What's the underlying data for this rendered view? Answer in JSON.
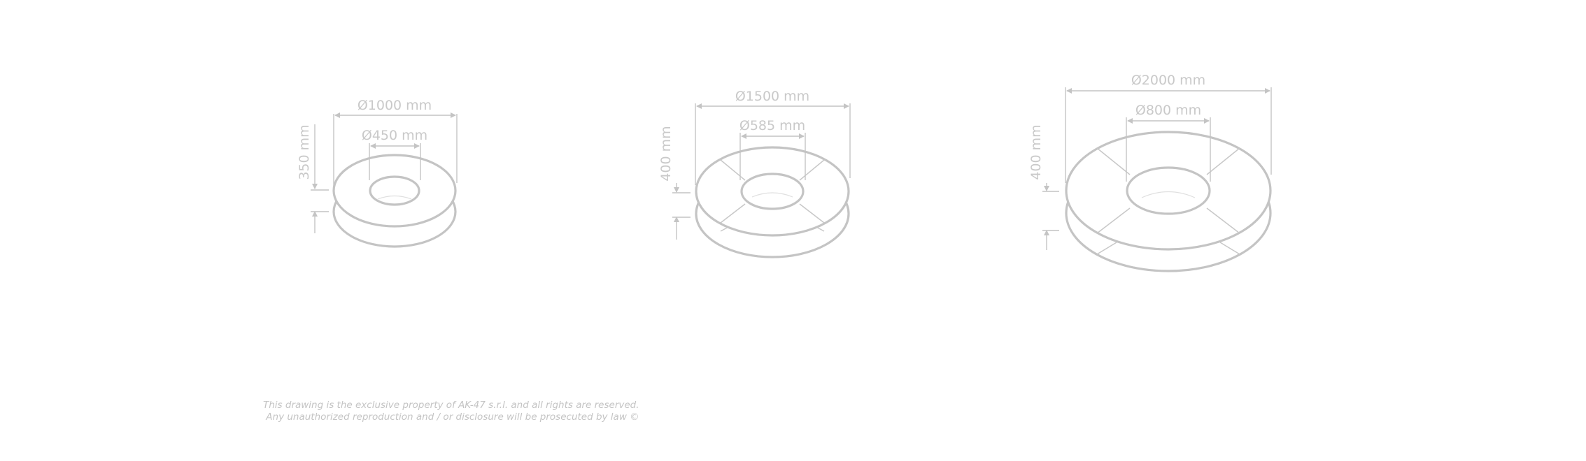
{
  "models": [
    {
      "outer_diameter_label": "Ø1000 mm",
      "inner_diameter_label": "Ø450 mm",
      "height_label": "350 mm"
    },
    {
      "outer_diameter_label": "Ø1500 mm",
      "inner_diameter_label": "Ø585 mm",
      "height_label": "400 mm"
    },
    {
      "outer_diameter_label": "Ø2000 mm",
      "inner_diameter_label": "Ø800 mm",
      "height_label": "400 mm"
    }
  ],
  "notice": {
    "line1": "This drawing is the exclusive property of AK-47 s.r.l. and all rights are reserved.",
    "line2": " Any unauthorized reproduction and / or disclosure will be prosecuted by law ©"
  }
}
